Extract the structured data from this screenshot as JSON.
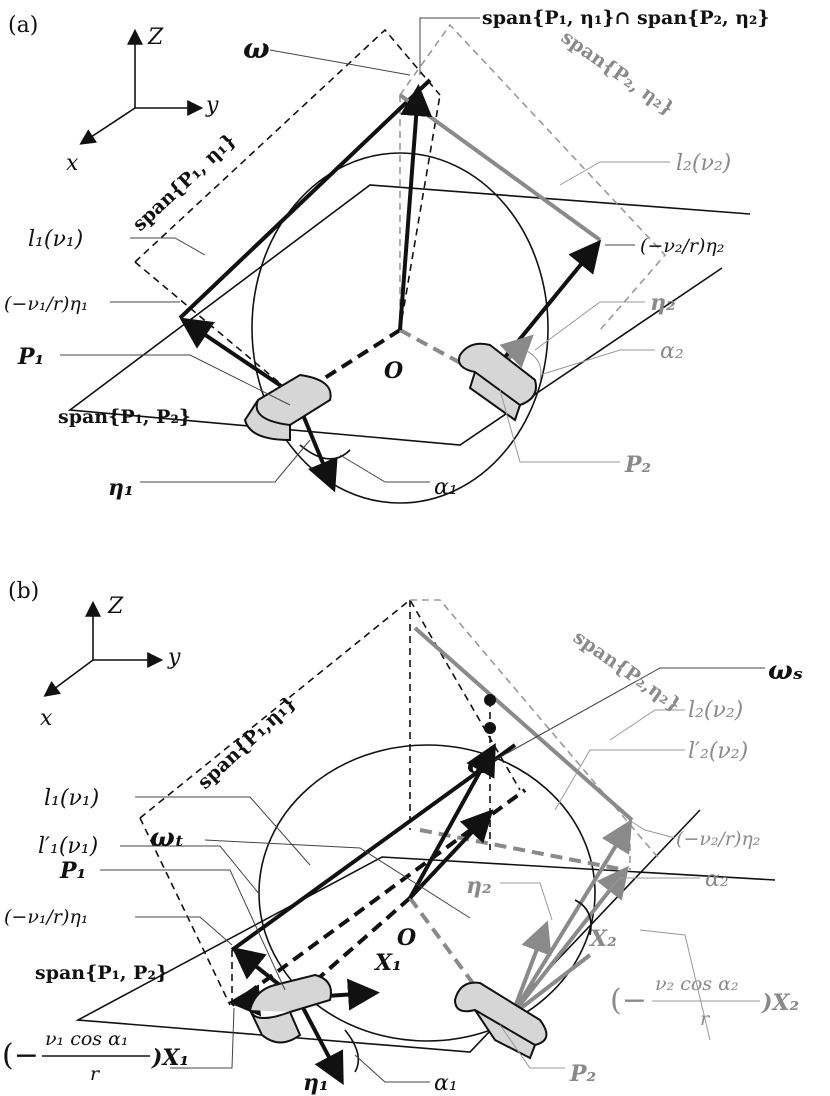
{
  "panel_a": {
    "tag": "(a)",
    "axes": {
      "z": "Z",
      "y": "y",
      "x": "x"
    },
    "labels": {
      "intersection": "span{P₁, η₁}∩ span{P₂, η₂}",
      "omega": "ω",
      "span_p2_eta2": "span{P₂, η₂}",
      "span_p1_eta1": "span{P₁, η₁}",
      "l2": "l₂(ν₂)",
      "l1": "l₁(ν₁)",
      "neg_v2_eta2": "(−ν₂/r)η₂",
      "neg_v1_eta1": "(−ν₁/r)η₁",
      "eta2": "η₂",
      "alpha2": "α₂",
      "p1": "P₁",
      "origin": "O",
      "span_p1_p2": "span{P₁, P₂}",
      "p2": "P₂",
      "eta1": "η₁",
      "alpha1": "α₁"
    }
  },
  "panel_b": {
    "tag": "(b)",
    "axes": {
      "z": "Z",
      "y": "y",
      "x": "x"
    },
    "labels": {
      "omega": "ω",
      "omega_s": "ωₛ",
      "omega_t": "ωₜ",
      "span_p1_eta1": "span{P₁,η₁}",
      "span_p2_eta2": "span{P₂,η₂}",
      "l2": "l₂(ν₂)",
      "l2_prime": "l′₂(ν₂)",
      "l1": "l₁(ν₁)",
      "l1_prime": "l′₁(ν₁)",
      "p1": "P₁",
      "neg_v1_eta1": "(−ν₁/r)η₁",
      "neg_v2_eta2": "(−ν₂/r)η₂",
      "alpha2": "α₂",
      "eta2": "η₂",
      "x2": "X₂",
      "origin": "O",
      "span_p1_p2": "span{P₁, P₂}",
      "x1": "X₁",
      "p2": "P₂",
      "eta1": "η₁",
      "alpha1": "α₁",
      "frac1": {
        "open": "(−",
        "num": "ν₁ cos α₁",
        "den": "r",
        "close": ")X₁"
      },
      "frac2": {
        "open": "(−",
        "num": "ν₂ cos α₂",
        "den": "r",
        "close": ")X₂"
      }
    }
  }
}
